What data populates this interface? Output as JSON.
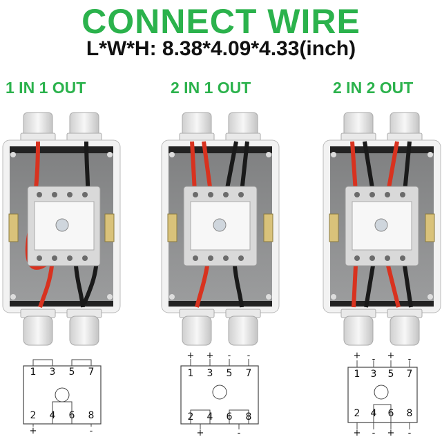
{
  "header": {
    "title": "CONNECT WIRE",
    "dimensions": "L*W*H: 8.38*4.09*4.33(inch)"
  },
  "configs": [
    {
      "label": "1 IN 1 OUT",
      "top_pins": [
        "1",
        "3",
        "5",
        "7"
      ],
      "bottom_pins": [
        "2",
        "4",
        "6",
        "8"
      ],
      "top_signs": [],
      "bottom_signs": [
        "+",
        "-"
      ]
    },
    {
      "label": "2 IN 1 OUT",
      "top_pins": [
        "1",
        "3",
        "5",
        "7"
      ],
      "bottom_pins": [
        "2",
        "4",
        "6",
        "8"
      ],
      "top_signs": [
        "+",
        "+",
        "-",
        "-"
      ],
      "bottom_signs": [
        "+",
        "-"
      ]
    },
    {
      "label": "2 IN 2 OUT",
      "top_pins": [
        "1",
        "3",
        "5",
        "7"
      ],
      "bottom_pins": [
        "2",
        "4",
        "6",
        "8"
      ],
      "top_signs": [
        "+",
        "-",
        "+",
        "-"
      ],
      "bottom_signs": [
        "+",
        "-",
        "+",
        "-"
      ]
    }
  ],
  "colors": {
    "accent": "#2bb24c",
    "wire_red": "#d8321f",
    "wire_black": "#1a1a1a",
    "box_gray": "#8f9090"
  }
}
